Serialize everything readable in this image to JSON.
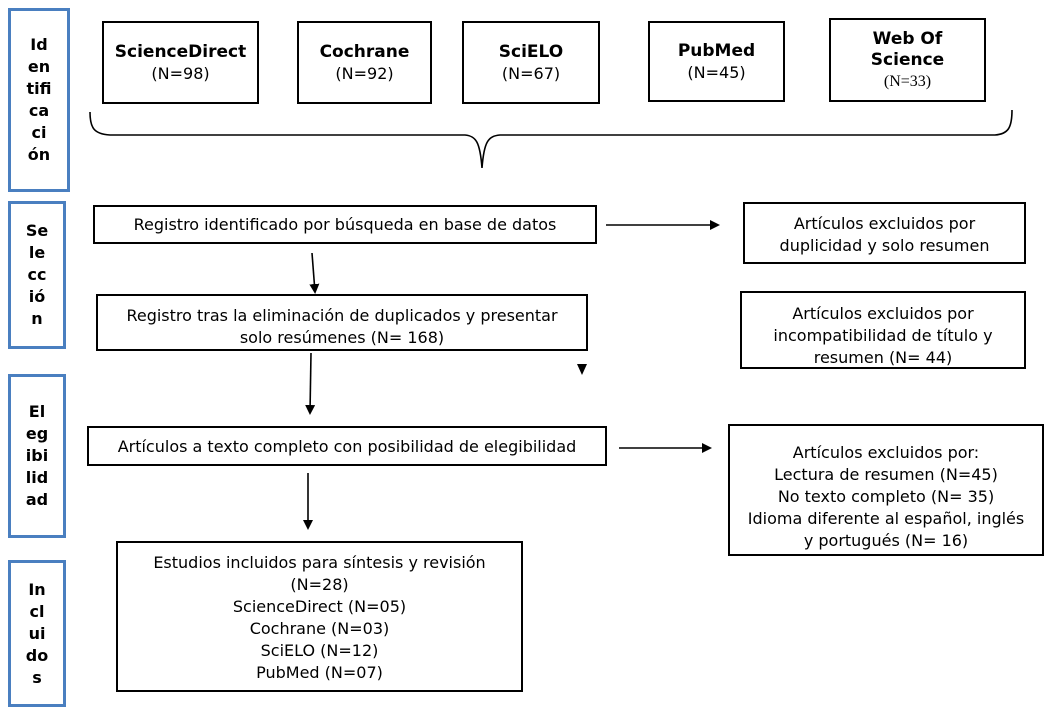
{
  "stages": {
    "identificacion": "Id\nen\ntifi\nca\nci\nón",
    "seleccion": "Se\nle\ncc\nió\nn",
    "elegibilidad": "El\neg\nibi\nlid\nad",
    "incluidos": "In\ncl\nui\ndo\ns"
  },
  "sources": [
    {
      "name": "ScienceDirect",
      "count": "(N=98)"
    },
    {
      "name": "Cochrane",
      "count": "(N=92)"
    },
    {
      "name": "SciELO",
      "count": "(N=67)"
    },
    {
      "name": "PubMed",
      "count": "(N=45)"
    },
    {
      "name": "Web Of\nScience",
      "count": "(N=33)"
    }
  ],
  "flow": {
    "identified": "Registro identificado por búsqueda en base de datos",
    "excluded_duplicates": [
      "Artículos excluidos por",
      "duplicidad y solo resumen"
    ],
    "after_dedup": [
      "Registro tras la eliminación de duplicados y presentar",
      "solo resúmenes (N= 168)"
    ],
    "excluded_title": [
      "Artículos excluidos por",
      "incompatibilidad de título y",
      "resumen (N= 44)"
    ],
    "fulltext": "Artículos a texto completo con posibilidad de elegibilidad",
    "excluded_fulltext": [
      "Artículos excluidos por:",
      "Lectura de resumen (N=45)",
      "No texto completo (N= 35)",
      "Idioma diferente al español, inglés",
      "y portugués (N= 16)"
    ],
    "included": [
      "Estudios incluidos para síntesis y revisión",
      "(N=28)",
      "ScienceDirect (N=05)",
      "Cochrane (N=03)",
      "SciELO (N=12)",
      "PubMed (N=07)"
    ]
  }
}
